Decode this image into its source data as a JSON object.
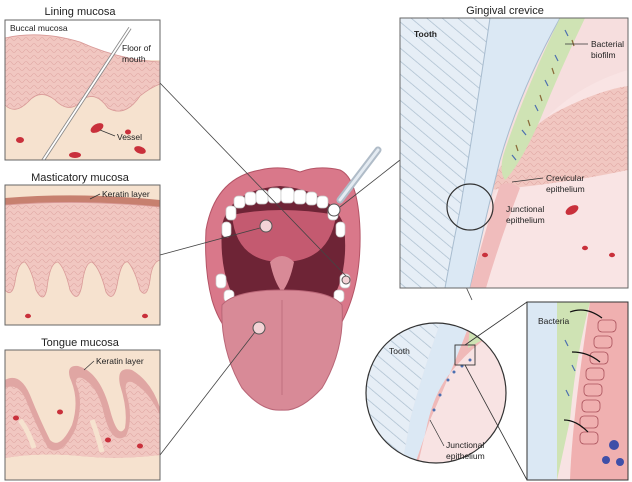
{
  "panels": {
    "lining": {
      "title": "Lining mucosa",
      "buccal_label": "Buccal mucosa",
      "floor_label_1": "Floor of",
      "floor_label_2": "mouth",
      "vessel_label": "Vessel"
    },
    "masticatory": {
      "title": "Masticatory mucosa",
      "keratin_label": "Keratin layer"
    },
    "tongue": {
      "title": "Tongue mucosa",
      "keratin_label": "Keratin layer"
    },
    "crevice": {
      "title": "Gingival crevice",
      "tooth_label": "Tooth",
      "biofilm_label_1": "Bacterial",
      "biofilm_label_2": "biofilm",
      "crevicular_label_1": "Crevicular",
      "crevicular_label_2": "epithelium",
      "junctional_label_1": "Junctional",
      "junctional_label_2": "epithelium"
    },
    "zoom": {
      "tooth_label": "Tooth",
      "bacteria_label": "Bacteria",
      "junctional_label_1": "Junctional",
      "junctional_label_2": "epithelium"
    }
  },
  "colors": {
    "tissue": "#f2c9c4",
    "tissue_dark": "#e3a3a2",
    "connective": "#f6e2cf",
    "vessel": "#c9303b",
    "tooth": "#dde8f2",
    "enamel_hatch": "#9fb3c8",
    "mouth_lip": "#d9788a",
    "throat": "#6e2436",
    "tongue": "#d88a97",
    "biofilm": "#cfe3b4"
  }
}
